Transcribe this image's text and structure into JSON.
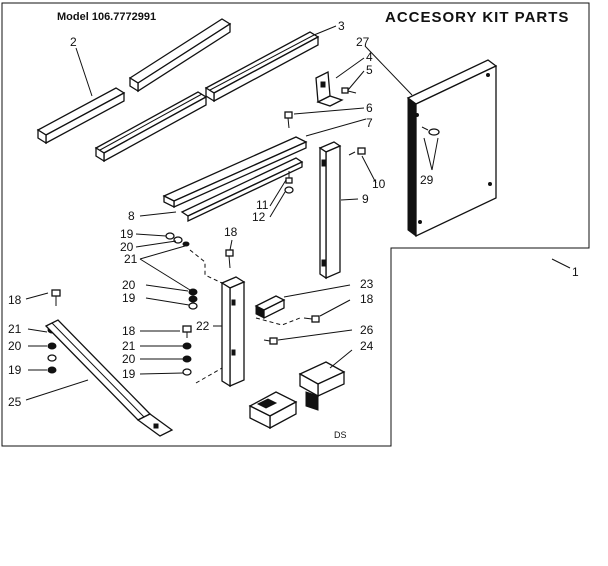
{
  "diagram": {
    "model_label": "Model 106.7772991",
    "title": "ACCESORY KIT PARTS",
    "drawing_code": "DS",
    "callouts": {
      "c1": "1",
      "c2": "2",
      "c3": "3",
      "c4": "4",
      "c5": "5",
      "c6": "6",
      "c7": "7",
      "c8": "8",
      "c9": "9",
      "c10": "10",
      "c11": "11",
      "c12": "12",
      "c18a": "18",
      "c18b": "18",
      "c18c": "18",
      "c18d": "18",
      "c19a": "19",
      "c19b": "19",
      "c19c": "19",
      "c19d": "19",
      "c20a": "20",
      "c20b": "20",
      "c20c": "20",
      "c20d": "20",
      "c21a": "21",
      "c21b": "21",
      "c21c": "21",
      "c22": "22",
      "c23": "23",
      "c24": "24",
      "c25": "25",
      "c26": "26",
      "c27": "27",
      "c29": "29"
    }
  }
}
